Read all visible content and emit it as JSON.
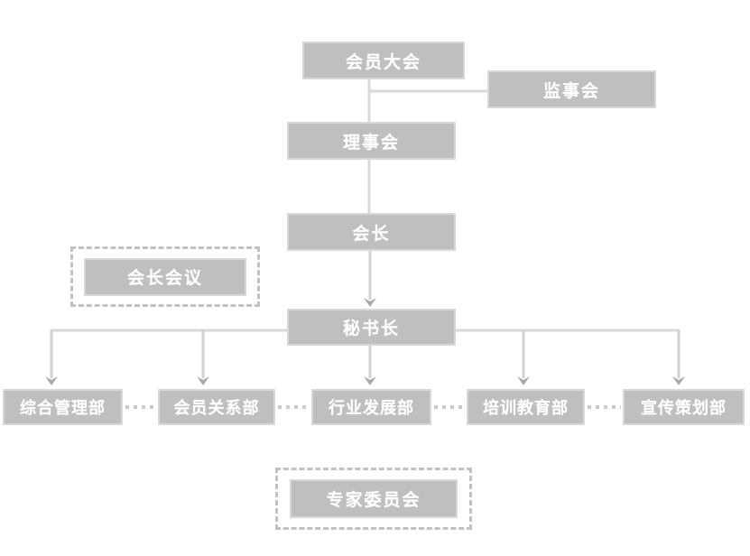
{
  "diagram": {
    "type": "org-chart",
    "boxes": {
      "members_assembly": "会员大会",
      "supervisory_board": "监事会",
      "council": "理事会",
      "president": "会长",
      "presidents_meeting": "会长会议",
      "secretary_general": "秘书长",
      "dept_general_management": "综合管理部",
      "dept_member_relations": "会员关系部",
      "dept_industry_development": "行业发展部",
      "dept_training_education": "培训教育部",
      "dept_publicity_planning": "宣传策划部",
      "expert_committee": "专家委员会"
    },
    "edges": [
      {
        "from": "会员大会",
        "to": "理事会",
        "style": "line"
      },
      {
        "from": "会员大会",
        "to": "监事会",
        "style": "line"
      },
      {
        "from": "理事会",
        "to": "会长",
        "style": "line"
      },
      {
        "from": "会长",
        "to": "秘书长",
        "style": "arrow"
      },
      {
        "from": "秘书长",
        "to": "综合管理部",
        "style": "arrow"
      },
      {
        "from": "秘书长",
        "to": "会员关系部",
        "style": "arrow"
      },
      {
        "from": "秘书长",
        "to": "行业发展部",
        "style": "arrow"
      },
      {
        "from": "秘书长",
        "to": "培训教育部",
        "style": "arrow"
      },
      {
        "from": "秘书长",
        "to": "宣传策划部",
        "style": "arrow"
      },
      {
        "from": "综合管理部",
        "to": "会员关系部",
        "style": "dashed"
      },
      {
        "from": "会员关系部",
        "to": "行业发展部",
        "style": "dashed"
      },
      {
        "from": "行业发展部",
        "to": "培训教育部",
        "style": "dashed"
      },
      {
        "from": "培训教育部",
        "to": "宣传策划部",
        "style": "dashed"
      }
    ],
    "floating_boxes": [
      "会长会议",
      "专家委员会"
    ],
    "colors": {
      "box_fill": "#bfbfbf",
      "box_border": "#d8d8d8",
      "box_text": "#ffffff",
      "line": "#d9d9d9",
      "arrow_shaft": "#d2d2d2",
      "arrowhead": "#a9a9a9",
      "dashed_line": "#c9c9c9",
      "background": "#ffffff"
    }
  }
}
